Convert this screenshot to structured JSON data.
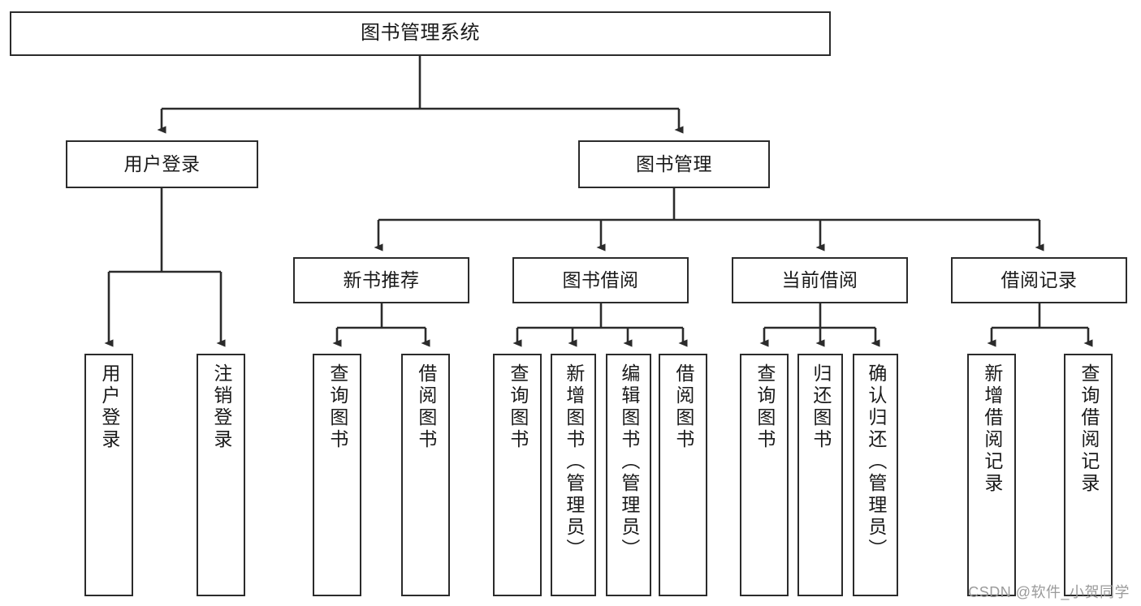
{
  "diagram": {
    "title": "图书管理系统",
    "type": "tree-hierarchy-chart",
    "colors": {
      "box_border": "#2b2b2b",
      "box_fill": "#ffffff",
      "edge": "#2b2b2b",
      "text": "#1a1a1a",
      "watermark": "#9a9a9a",
      "background": "#ffffff"
    }
  },
  "watermark": {
    "text": "CSDN @软件_小贺同学"
  },
  "nodes": {
    "root": {
      "label": "图书管理系统"
    },
    "level2": [
      {
        "id": "user-login",
        "label": "用户登录"
      },
      {
        "id": "book-management",
        "label": "图书管理"
      }
    ],
    "level3": [
      {
        "id": "new-book-recommend",
        "label": "新书推荐"
      },
      {
        "id": "book-borrow",
        "label": "图书借阅"
      },
      {
        "id": "current-borrow",
        "label": "当前借阅"
      },
      {
        "id": "borrow-record",
        "label": "借阅记录"
      }
    ],
    "level4": {
      "user_login_children": [
        {
          "id": "leaf-user-login",
          "label": "用户登录"
        },
        {
          "id": "leaf-logout-login",
          "label": "注销登录"
        }
      ],
      "new_book_recommend_children": [
        {
          "id": "leaf-query-book-1",
          "label": "查询图书"
        },
        {
          "id": "leaf-borrow-book-1",
          "label": "借阅图书"
        }
      ],
      "book_borrow_children": [
        {
          "id": "leaf-query-book-2",
          "label": "查询图书"
        },
        {
          "id": "leaf-add-book",
          "label": "新增图书（管理员）"
        },
        {
          "id": "leaf-edit-book",
          "label": "编辑图书（管理员）"
        },
        {
          "id": "leaf-borrow-book-2",
          "label": "借阅图书"
        }
      ],
      "current_borrow_children": [
        {
          "id": "leaf-query-book-3",
          "label": "查询图书"
        },
        {
          "id": "leaf-return-book",
          "label": "归还图书"
        },
        {
          "id": "leaf-confirm-return",
          "label": "确认归还（管理员）"
        }
      ],
      "borrow_record_children": [
        {
          "id": "leaf-add-borrow-record",
          "label": "新增借阅记录"
        },
        {
          "id": "leaf-query-borrow-record",
          "label": "查询借阅记录"
        }
      ]
    }
  }
}
